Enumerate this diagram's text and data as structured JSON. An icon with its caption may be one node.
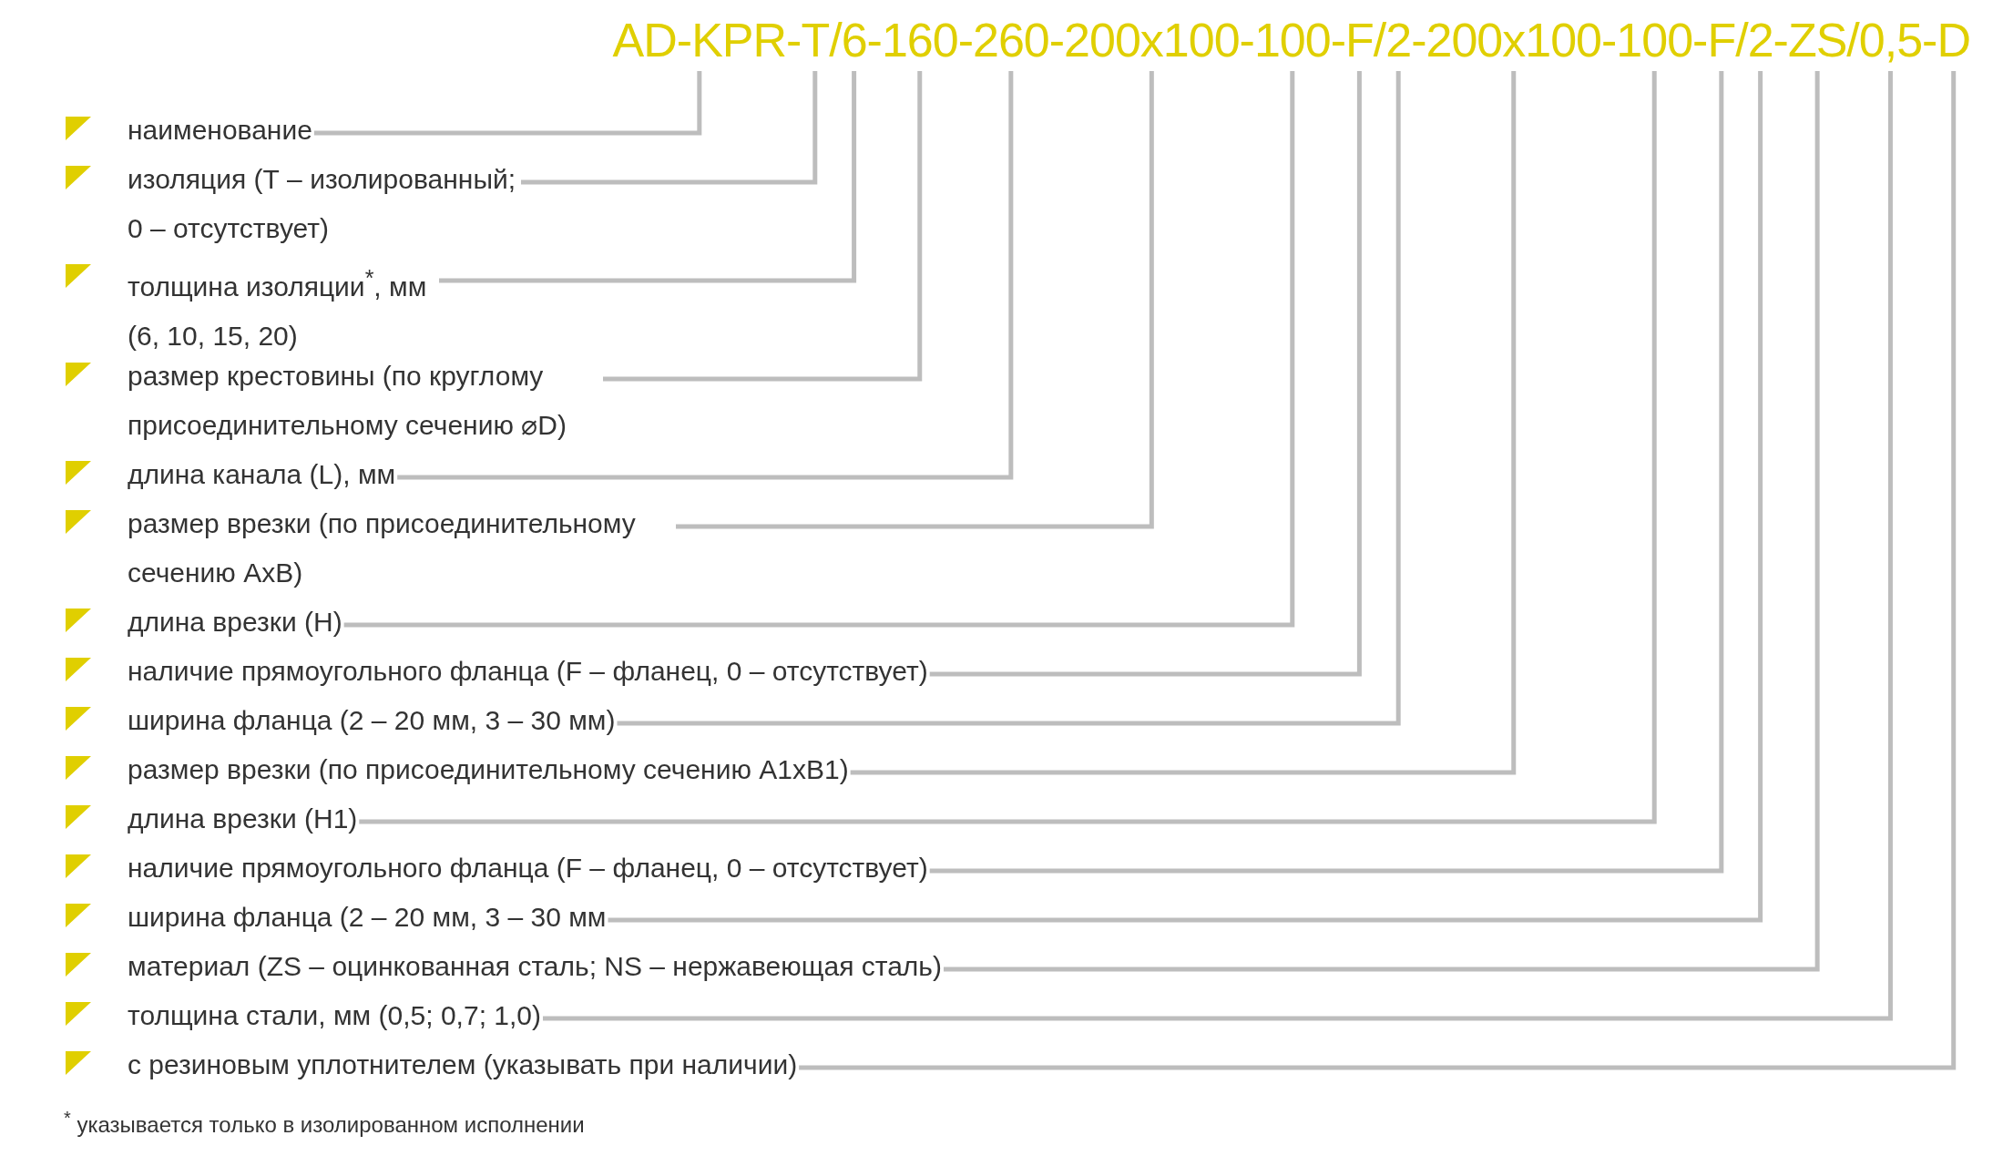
{
  "diagram": {
    "nodes": [
      {
        "text": [
          "AD-KPR"
        ]
      },
      {
        "text": [
          "T"
        ]
      },
      {
        "text": [
          "6"
        ]
      },
      {
        "text": [
          "160"
        ]
      },
      {
        "text": [
          "260"
        ]
      },
      {
        "text": [
          "200x100"
        ]
      },
      {
        "text": [
          "100"
        ]
      },
      {
        "text": [
          "F"
        ]
      },
      {
        "text": [
          "2"
        ]
      },
      {
        "text": [
          "200x100"
        ]
      },
      {
        "text": [
          "100"
        ]
      },
      {
        "text": [
          "F"
        ]
      },
      {
        "text": [
          "2"
        ]
      },
      {
        "text": [
          "ZS"
        ]
      },
      {
        "text": [
          "0,5"
        ]
      },
      {
        "text": [
          "D"
        ]
      },
      {
        "text": [
          "наименование"
        ]
      },
      {
        "text": [
          "изоляция (Т – изолированный; 0 – отсутствует)"
        ]
      },
      {
        "text": [
          "толщина изоляции$^{*}$, мм (6, 10, 15, 20)"
        ]
      },
      {
        "text": [
          "размер крестовины (по круглому присоединительному сечению ⌀D)"
        ]
      },
      {
        "text": [
          "длина канала (L), мм"
        ]
      },
      {
        "text": [
          "размер врезки (по присоединительному сечению АхВ)"
        ]
      },
      {
        "text": [
          "длина врезки (Н)"
        ]
      },
      {
        "text": [
          "наличие прямоугольного фланца (F – фланец, 0 – отсутствует)"
        ]
      },
      {
        "text": [
          "ширина фланца (2 – 20 мм, 3 – 30 мм)"
        ]
      },
      {
        "text": [
          "размер врезки (по присоединительному сечению А1хВ1)"
        ]
      },
      {
        "text": [
          "длина врезки (Н1)"
        ]
      },
      {
        "text": [
          "наличие прямоугольного фланца (F – фланец, 0 – отсутствует)"
        ]
      },
      {
        "text": [
          "ширина фланца (2 – 20 мм, 3 – 30 мм"
        ]
      },
      {
        "text": [
          "материал (ZS – оцинкованная сталь; NS – нержавеющая сталь)"
        ]
      },
      {
        "text": [
          "толщина стали, мм (0,5; 0,7; 1,0)"
        ]
      },
      {
        "text": [
          "с резиновым уплотнителем (указывать при наличии)"
        ]
      }
    ],
    "edges": [
      {
        "from": 16,
        "to": 0,
        "arrow": "none"
      },
      {
        "from": 17,
        "to": 1,
        "arrow": "none"
      },
      {
        "from": 18,
        "to": 2,
        "arrow": "none"
      },
      {
        "from": 19,
        "to": 3,
        "arrow": "none"
      },
      {
        "from": 20,
        "to": 4,
        "arrow": "none"
      },
      {
        "from": 21,
        "to": 5,
        "arrow": "none"
      },
      {
        "from": 22,
        "to": 6,
        "arrow": "none"
      },
      {
        "from": 23,
        "to": 7,
        "arrow": "none"
      },
      {
        "from": 24,
        "to": 8,
        "arrow": "none"
      },
      {
        "from": 25,
        "to": 9,
        "arrow": "none"
      },
      {
        "from": 26,
        "to": 10,
        "arrow": "none"
      },
      {
        "from": 27,
        "to": 11,
        "arrow": "none"
      },
      {
        "from": 28,
        "to": 12,
        "arrow": "none"
      },
      {
        "from": 29,
        "to": 13,
        "arrow": "none"
      },
      {
        "from": 30,
        "to": 14,
        "arrow": "none"
      },
      {
        "from": 31,
        "to": 15,
        "arrow": "none"
      }
    ],
    "labels": [
      "-",
      "/",
      "-",
      "-",
      "-",
      "-",
      "-",
      "/",
      "-",
      "-",
      "-",
      "/",
      "-",
      "/",
      "-",
      "$^{*}$ указывается только в изолированном исполнении"
    ]
  }
}
